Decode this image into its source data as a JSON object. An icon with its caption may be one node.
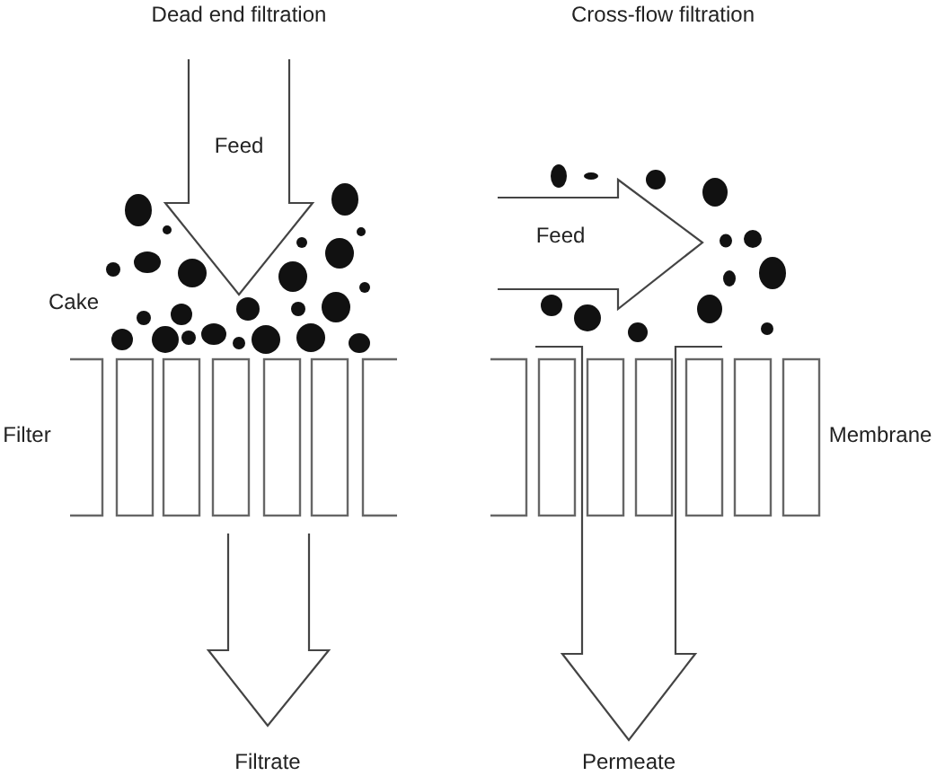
{
  "diagram": {
    "labels": [
      "Dead end filtration",
      "Cross-flow filtration",
      "Feed",
      "Feed",
      "Cake",
      "Filter",
      "Membrane",
      "Filtrate",
      "Permeate"
    ]
  }
}
